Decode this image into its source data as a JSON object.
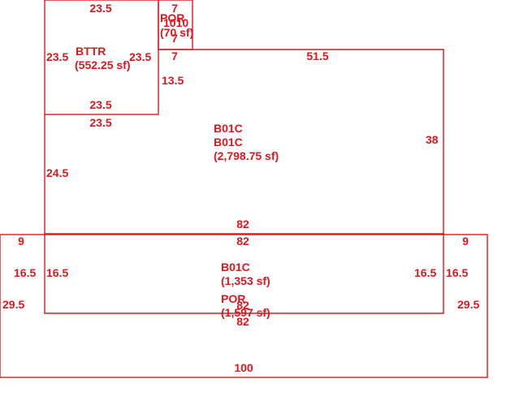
{
  "colors": {
    "line": "#e0161e",
    "background": "#ffffff"
  },
  "areas": [
    {
      "id": "gar",
      "code": "BTTR",
      "area": "(552.25 sf)"
    },
    {
      "id": "por-top",
      "code": "POR",
      "code2": "1010",
      "area": "(70 sf)"
    },
    {
      "id": "main-a",
      "code": "B01C",
      "area": "(2,798.75 sf)"
    },
    {
      "id": "main-b",
      "code": "B01C",
      "area": "(1,353 sf)"
    },
    {
      "id": "por-bottom",
      "code": "POR",
      "area": "(1,597 sf)"
    }
  ],
  "main_a_code2": "B01C",
  "por_top_code3": "7",
  "dimensions": {
    "gar_top": "23.5",
    "gar_left": "23.5",
    "gar_right": "23.5",
    "gar_bottom_inner": "23.5",
    "gar_bottom_outer": "23.5",
    "por_top_width": "7",
    "por_top_width_lower": "7",
    "main_top": "51.5",
    "main_right": "38",
    "main_step": "13.5",
    "main_left": "24.5",
    "main_bottom_upper": "82",
    "main_bottom_lower": "82",
    "por_left_width": "9",
    "por_right_width": "9",
    "porch_left_inner": "16.5",
    "porch_left_outer": "16.5",
    "porch_right_inner": "16.5",
    "porch_right_outer": "16.5",
    "porch_left_depth": "29.5",
    "porch_right_depth": "29.5",
    "porch_inner_top": "82",
    "porch_inner_bottom": "82",
    "porch_bottom": "100"
  }
}
